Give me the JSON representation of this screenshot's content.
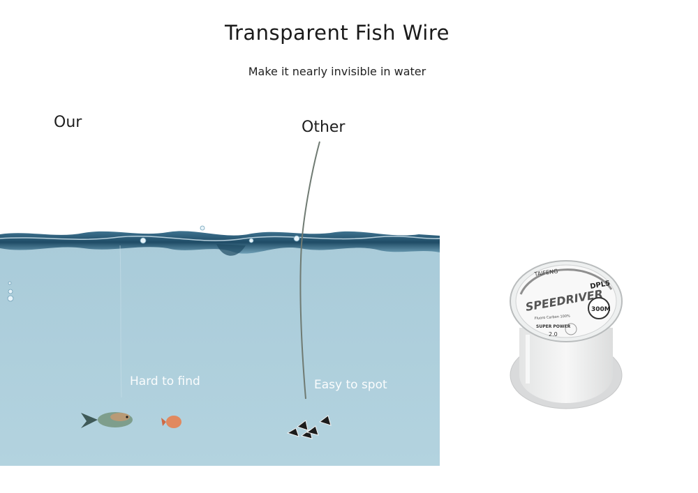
{
  "header": {
    "title": "Transparent Fish Wire",
    "subtitle": "Make it nearly invisible in water"
  },
  "comparison": {
    "our_label": "Our",
    "other_label": "Other",
    "our_caption": "Hard to find",
    "other_caption": "Easy to spot"
  },
  "product": {
    "brand_text": "TAIFENG",
    "series_text": "DPL5",
    "name_text": "SPEEDRIVER",
    "length_badge": "300M",
    "power_text": "SUPER POWER",
    "size_text": "2.0",
    "material_text": "Fluoro Carbon 100%"
  },
  "colors": {
    "water": "#aecfdc",
    "water_surface": "#2f5f7a",
    "line_other": "#6f7a72",
    "caption": "#ffffff"
  }
}
